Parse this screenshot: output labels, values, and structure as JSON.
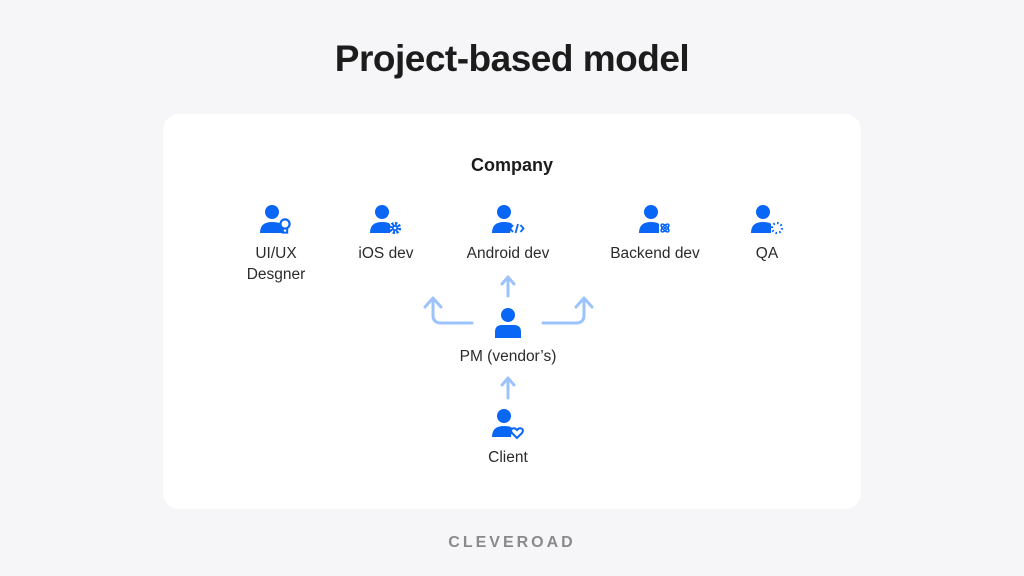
{
  "title": "Project-based model",
  "diagram": {
    "group_label": "Company",
    "accent_color": "#0a66f5",
    "arrow_color": "#9cc3fb",
    "team": [
      {
        "label_line1": "UI/UX",
        "label_line2": "Desgner",
        "icon": "user-lightbulb-icon"
      },
      {
        "label_line1": "iOS dev",
        "label_line2": "",
        "icon": "user-gear-icon"
      },
      {
        "label_line1": "Android dev",
        "label_line2": "",
        "icon": "user-code-icon"
      },
      {
        "label_line1": "Backend dev",
        "label_line2": "",
        "icon": "user-atom-icon"
      },
      {
        "label_line1": "QA",
        "label_line2": "",
        "icon": "user-dotted-circle-icon"
      }
    ],
    "pm": {
      "label": "PM (vendor’s)",
      "icon": "user-icon"
    },
    "client": {
      "label": "Client",
      "icon": "user-heart-icon"
    }
  },
  "brand": "CLEVEROAD"
}
